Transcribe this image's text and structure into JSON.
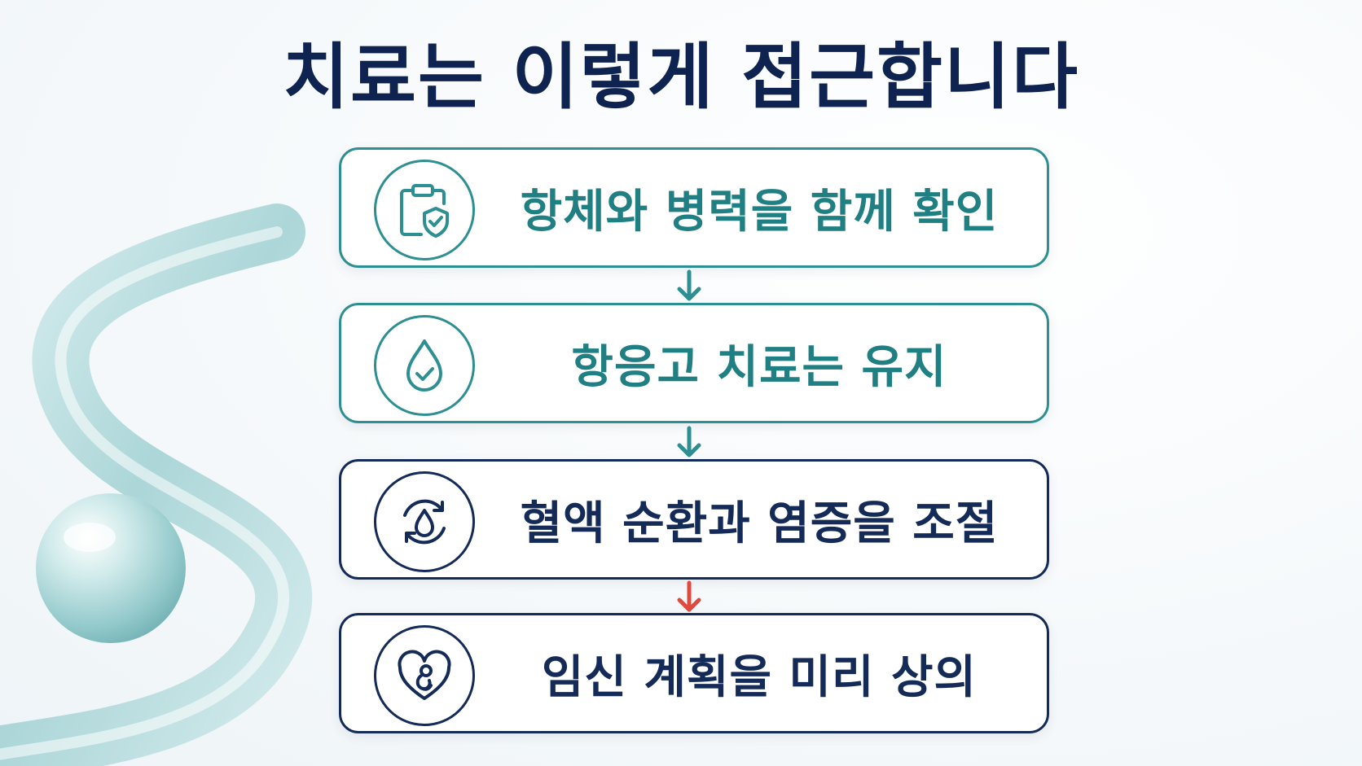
{
  "title": "치료는 이렇게 접근합니다",
  "steps": [
    {
      "label": "항체와 병력을 함께 확인",
      "icon": "clipboard-shield-icon",
      "color": "#2e8f92"
    },
    {
      "label": "항응고 치료는 유지",
      "icon": "drop-check-icon",
      "color": "#2e8f92"
    },
    {
      "label": "혈액 순환과 염증을 조절",
      "icon": "drop-cycle-icon",
      "color": "#142a57"
    },
    {
      "label": "임신 계획을 미리 상의",
      "icon": "heart-baby-icon",
      "color": "#142a57"
    }
  ],
  "arrows": [
    {
      "icon": "arrow-down-icon",
      "color": "#2e8f92"
    },
    {
      "icon": "arrow-down-icon",
      "color": "#2e8f92"
    },
    {
      "icon": "arrow-down-icon",
      "color": "#e04a3c"
    }
  ]
}
